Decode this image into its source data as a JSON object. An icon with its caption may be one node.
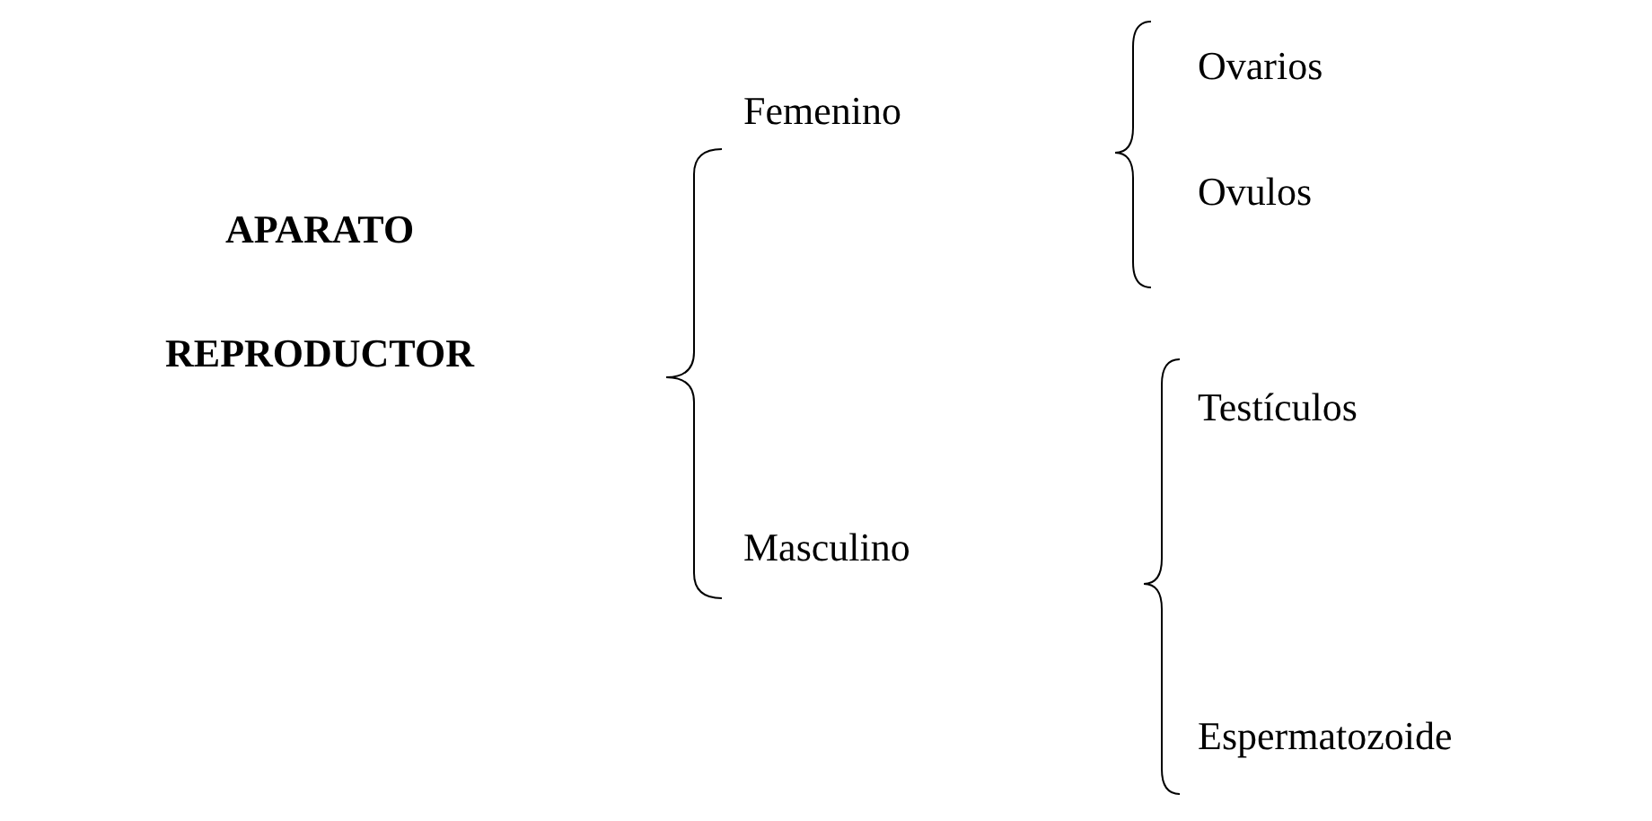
{
  "diagram": {
    "labels": [
      "Ovarios",
      "Femenino",
      "APARATO REPRODUCTOR",
      "Ovulos",
      "Testículos",
      "Masculino",
      "Espermatozoide"
    ]
  }
}
